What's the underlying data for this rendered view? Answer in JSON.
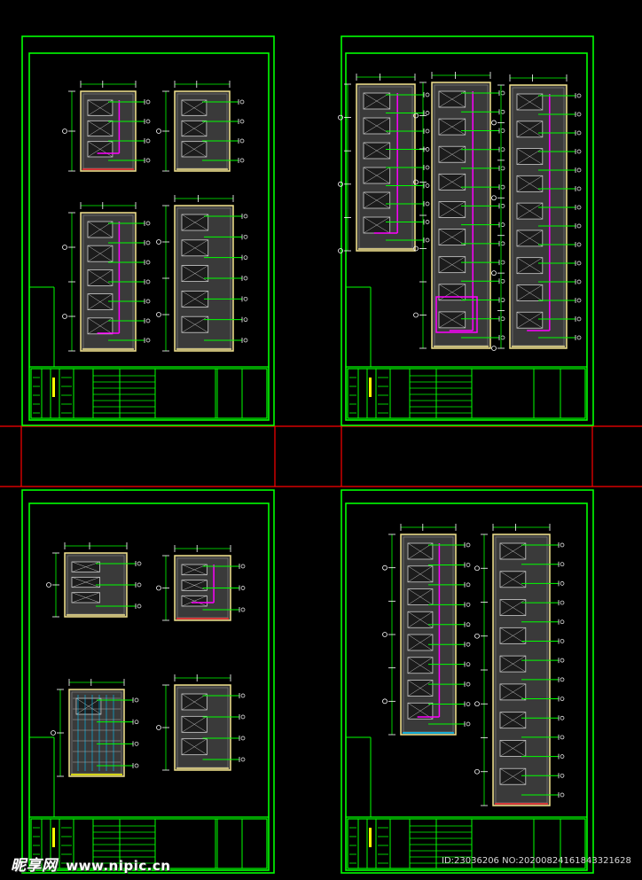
{
  "drawing": {
    "background": "#000000",
    "frame_color": "#00ff00",
    "cut_line_color": "#ff0000",
    "panel_fill": "#3a3a3a",
    "outline_color": "#f2e28c",
    "accent_magenta": "#ff00ff",
    "accent_cyan": "#00c8ff",
    "sheets": [
      {
        "name": "sheet-top-left"
      },
      {
        "name": "sheet-top-right"
      },
      {
        "name": "sheet-bottom-left"
      },
      {
        "name": "sheet-bottom-right"
      }
    ]
  },
  "watermark": {
    "brand": "昵享网",
    "site": "www.nipic.cn",
    "image_id": "ID:23036206 NO:20200824161843321628"
  }
}
